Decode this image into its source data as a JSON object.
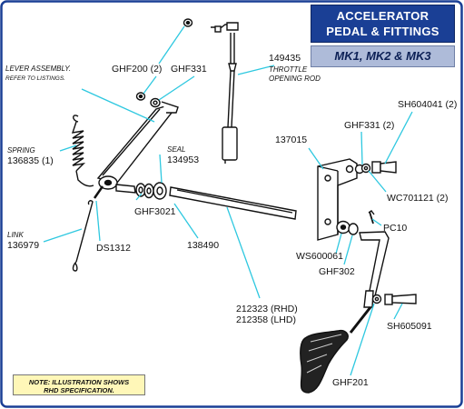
{
  "header": {
    "title_line1": "ACCELERATOR",
    "title_line2": "PEDAL & FITTINGS",
    "subtitle": "MK1, MK2 & MK3"
  },
  "note": {
    "line1": "NOTE: ILLUSTRATION SHOWS",
    "line2": "RHD SPECIFICATION."
  },
  "labels": {
    "lever_assembly_1": "LEVER ASSEMBLY.",
    "lever_assembly_2": "REFER TO LISTINGS.",
    "ghf200": "GHF200 (2)",
    "ghf331_left": "GHF331",
    "part_149435": "149435",
    "throttle_1": "THROTTLE",
    "throttle_2": "OPENING ROD",
    "spring_name": "SPRING",
    "spring_num": "136835 (1)",
    "seal_name": "SEAL",
    "seal_num": "134953",
    "link_name": "LINK",
    "link_num": "136979",
    "ghf3021": "GHF3021",
    "ds1312": "DS1312",
    "part_138490": "138490",
    "part_212323": "212323 (RHD)",
    "part_212358": "212358 (LHD)",
    "part_137015": "137015",
    "ghf331_right": "GHF331 (2)",
    "sh604041": "SH604041 (2)",
    "wc701121": "WC701121 (2)",
    "pc10": "PC10",
    "ws600061": "WS600061",
    "ghf302": "GHF302",
    "sh605091": "SH605091",
    "ghf201": "GHF201"
  },
  "colors": {
    "leader": "#2ec8e0",
    "title_bg": "#1a3f95",
    "subtitle_bg": "#aebbd9",
    "note_bg": "#fff7b8",
    "frame": "#1a3f95"
  }
}
